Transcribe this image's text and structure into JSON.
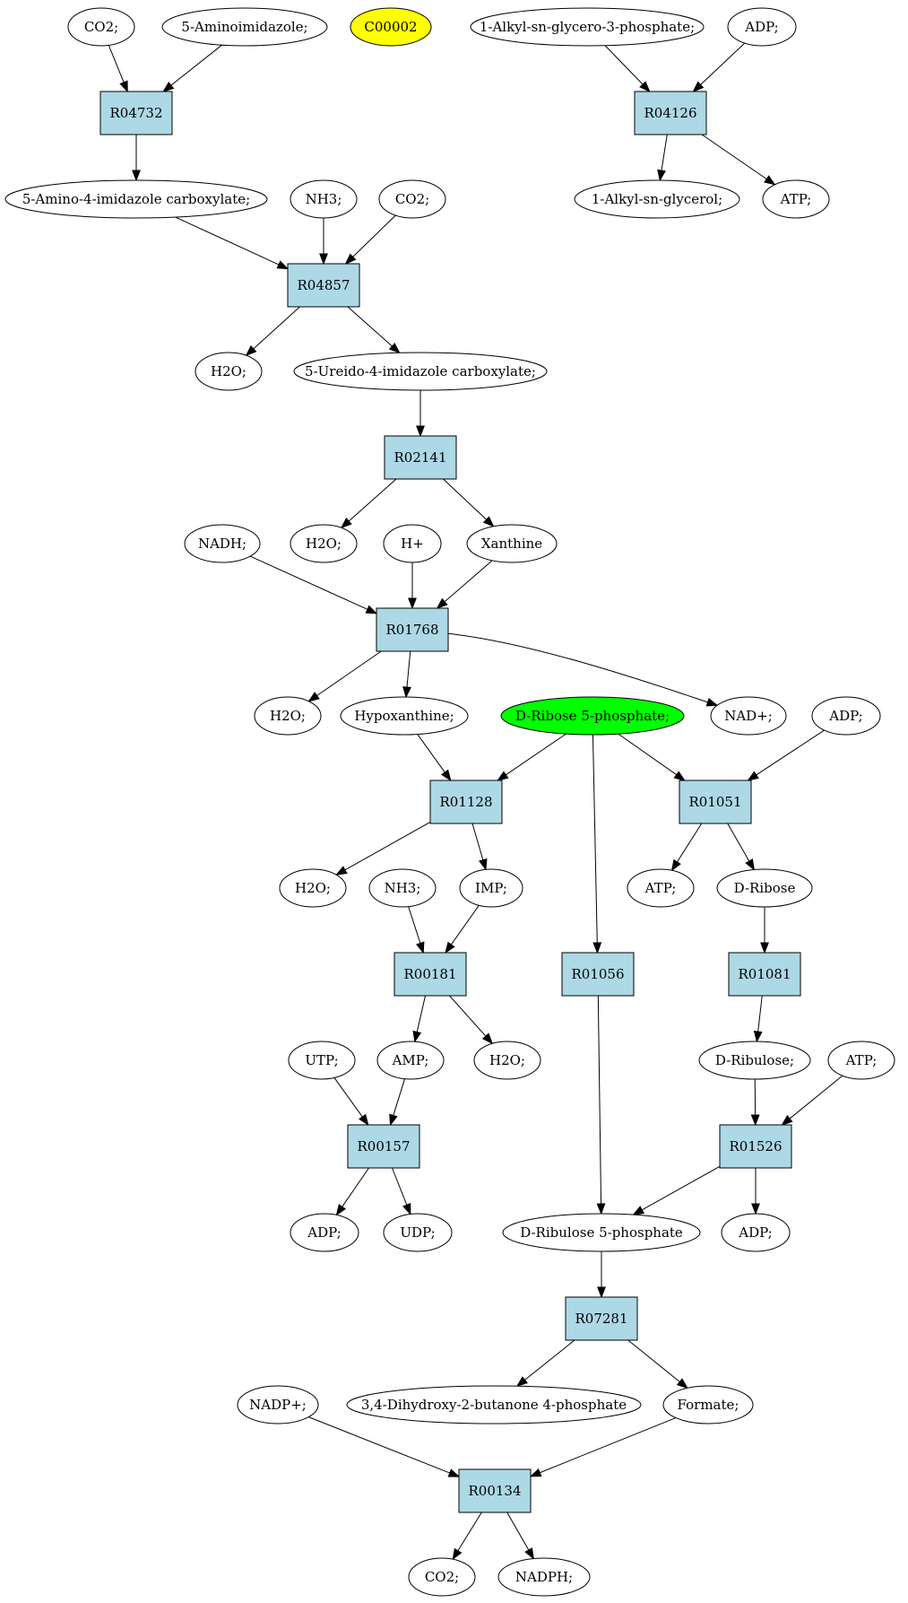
{
  "colors": {
    "reaction_fill": "#add8e6",
    "compound_fill": "#ffffff",
    "highlight_yellow": "#ffff00",
    "highlight_green": "#00ff00",
    "stroke": "#000000"
  },
  "nodes": [
    {
      "id": "co2_a",
      "label": "CO2;",
      "kind": "compound"
    },
    {
      "id": "aminoimidazole",
      "label": "5-Aminoimidazole;",
      "kind": "compound"
    },
    {
      "id": "c00002",
      "label": "C00002",
      "kind": "compound",
      "fill": "#ffff00"
    },
    {
      "id": "alkyl_g3p",
      "label": "1-Alkyl-sn-glycero-3-phosphate;",
      "kind": "compound"
    },
    {
      "id": "adp_a",
      "label": "ADP;",
      "kind": "compound"
    },
    {
      "id": "R04732",
      "label": "R04732",
      "kind": "reaction"
    },
    {
      "id": "R04126",
      "label": "R04126",
      "kind": "reaction"
    },
    {
      "id": "amino_imid_carb",
      "label": "5-Amino-4-imidazole carboxylate;",
      "kind": "compound"
    },
    {
      "id": "nh3_a",
      "label": "NH3;",
      "kind": "compound"
    },
    {
      "id": "co2_b",
      "label": "CO2;",
      "kind": "compound"
    },
    {
      "id": "alkyl_glycerol",
      "label": "1-Alkyl-sn-glycerol;",
      "kind": "compound"
    },
    {
      "id": "atp_a",
      "label": "ATP;",
      "kind": "compound"
    },
    {
      "id": "R04857",
      "label": "R04857",
      "kind": "reaction"
    },
    {
      "id": "h2o_a",
      "label": "H2O;",
      "kind": "compound"
    },
    {
      "id": "ureido",
      "label": "5-Ureido-4-imidazole carboxylate;",
      "kind": "compound"
    },
    {
      "id": "R02141",
      "label": "R02141",
      "kind": "reaction"
    },
    {
      "id": "nadh",
      "label": "NADH;",
      "kind": "compound"
    },
    {
      "id": "h2o_b",
      "label": "H2O;",
      "kind": "compound"
    },
    {
      "id": "hplus",
      "label": "H+",
      "kind": "compound"
    },
    {
      "id": "xanthine",
      "label": "Xanthine",
      "kind": "compound"
    },
    {
      "id": "R01768",
      "label": "R01768",
      "kind": "reaction"
    },
    {
      "id": "h2o_c",
      "label": "H2O;",
      "kind": "compound"
    },
    {
      "id": "hypoxanthine",
      "label": "Hypoxanthine;",
      "kind": "compound"
    },
    {
      "id": "ribose5p",
      "label": "D-Ribose 5-phosphate;",
      "kind": "compound",
      "fill": "#00ff00"
    },
    {
      "id": "nadplus",
      "label": "NAD+;",
      "kind": "compound"
    },
    {
      "id": "adp_b",
      "label": "ADP;",
      "kind": "compound"
    },
    {
      "id": "R01128",
      "label": "R01128",
      "kind": "reaction"
    },
    {
      "id": "R01051",
      "label": "R01051",
      "kind": "reaction"
    },
    {
      "id": "h2o_d",
      "label": "H2O;",
      "kind": "compound"
    },
    {
      "id": "nh3_b",
      "label": "NH3;",
      "kind": "compound"
    },
    {
      "id": "imp",
      "label": "IMP;",
      "kind": "compound"
    },
    {
      "id": "atp_b",
      "label": "ATP;",
      "kind": "compound"
    },
    {
      "id": "dribose",
      "label": "D-Ribose",
      "kind": "compound"
    },
    {
      "id": "R00181",
      "label": "R00181",
      "kind": "reaction"
    },
    {
      "id": "R01056",
      "label": "R01056",
      "kind": "reaction"
    },
    {
      "id": "R01081",
      "label": "R01081",
      "kind": "reaction"
    },
    {
      "id": "utp",
      "label": "UTP;",
      "kind": "compound"
    },
    {
      "id": "amp",
      "label": "AMP;",
      "kind": "compound"
    },
    {
      "id": "h2o_e",
      "label": "H2O;",
      "kind": "compound"
    },
    {
      "id": "dribulose",
      "label": "D-Ribulose;",
      "kind": "compound"
    },
    {
      "id": "atp_c",
      "label": "ATP;",
      "kind": "compound"
    },
    {
      "id": "R00157",
      "label": "R00157",
      "kind": "reaction"
    },
    {
      "id": "R01526",
      "label": "R01526",
      "kind": "reaction"
    },
    {
      "id": "adp_c",
      "label": "ADP;",
      "kind": "compound"
    },
    {
      "id": "udp",
      "label": "UDP;",
      "kind": "compound"
    },
    {
      "id": "ribulose5p",
      "label": "D-Ribulose 5-phosphate",
      "kind": "compound"
    },
    {
      "id": "adp_d",
      "label": "ADP;",
      "kind": "compound"
    },
    {
      "id": "R07281",
      "label": "R07281",
      "kind": "reaction"
    },
    {
      "id": "nadpplus",
      "label": "NADP+;",
      "kind": "compound"
    },
    {
      "id": "dihydroxy",
      "label": "3,4-Dihydroxy-2-butanone 4-phosphate",
      "kind": "compound"
    },
    {
      "id": "formate",
      "label": "Formate;",
      "kind": "compound"
    },
    {
      "id": "R00134",
      "label": "R00134",
      "kind": "reaction"
    },
    {
      "id": "co2_c",
      "label": "CO2;",
      "kind": "compound"
    },
    {
      "id": "nadph",
      "label": "NADPH;",
      "kind": "compound"
    }
  ],
  "edges": [
    {
      "from": "co2_a",
      "to": "R04732"
    },
    {
      "from": "aminoimidazole",
      "to": "R04732"
    },
    {
      "from": "R04732",
      "to": "amino_imid_carb"
    },
    {
      "from": "alkyl_g3p",
      "to": "R04126"
    },
    {
      "from": "adp_a",
      "to": "R04126"
    },
    {
      "from": "R04126",
      "to": "alkyl_glycerol"
    },
    {
      "from": "R04126",
      "to": "atp_a"
    },
    {
      "from": "amino_imid_carb",
      "to": "R04857"
    },
    {
      "from": "nh3_a",
      "to": "R04857"
    },
    {
      "from": "co2_b",
      "to": "R04857"
    },
    {
      "from": "R04857",
      "to": "h2o_a"
    },
    {
      "from": "R04857",
      "to": "ureido"
    },
    {
      "from": "ureido",
      "to": "R02141"
    },
    {
      "from": "R02141",
      "to": "h2o_b"
    },
    {
      "from": "R02141",
      "to": "xanthine"
    },
    {
      "from": "nadh",
      "to": "R01768"
    },
    {
      "from": "hplus",
      "to": "R01768"
    },
    {
      "from": "xanthine",
      "to": "R01768"
    },
    {
      "from": "R01768",
      "to": "h2o_c"
    },
    {
      "from": "R01768",
      "to": "hypoxanthine"
    },
    {
      "from": "R01768",
      "to": "nadplus",
      "curve": true
    },
    {
      "from": "hypoxanthine",
      "to": "R01128"
    },
    {
      "from": "ribose5p",
      "to": "R01128"
    },
    {
      "from": "ribose5p",
      "to": "R01051"
    },
    {
      "from": "ribose5p",
      "to": "R01056"
    },
    {
      "from": "adp_b",
      "to": "R01051"
    },
    {
      "from": "R01128",
      "to": "h2o_d"
    },
    {
      "from": "R01128",
      "to": "imp"
    },
    {
      "from": "R01051",
      "to": "atp_b"
    },
    {
      "from": "R01051",
      "to": "dribose"
    },
    {
      "from": "nh3_b",
      "to": "R00181"
    },
    {
      "from": "imp",
      "to": "R00181"
    },
    {
      "from": "dribose",
      "to": "R01081"
    },
    {
      "from": "R00181",
      "to": "amp"
    },
    {
      "from": "R00181",
      "to": "h2o_e"
    },
    {
      "from": "R01081",
      "to": "dribulose"
    },
    {
      "from": "utp",
      "to": "R00157"
    },
    {
      "from": "amp",
      "to": "R00157"
    },
    {
      "from": "dribulose",
      "to": "R01526"
    },
    {
      "from": "atp_c",
      "to": "R01526"
    },
    {
      "from": "R00157",
      "to": "adp_c"
    },
    {
      "from": "R00157",
      "to": "udp"
    },
    {
      "from": "R01056",
      "to": "ribulose5p"
    },
    {
      "from": "R01526",
      "to": "ribulose5p"
    },
    {
      "from": "R01526",
      "to": "adp_d"
    },
    {
      "from": "ribulose5p",
      "to": "R07281"
    },
    {
      "from": "R07281",
      "to": "dihydroxy"
    },
    {
      "from": "R07281",
      "to": "formate"
    },
    {
      "from": "nadpplus",
      "to": "R00134"
    },
    {
      "from": "formate",
      "to": "R00134"
    },
    {
      "from": "R00134",
      "to": "co2_c"
    },
    {
      "from": "R00134",
      "to": "nadph"
    }
  ]
}
